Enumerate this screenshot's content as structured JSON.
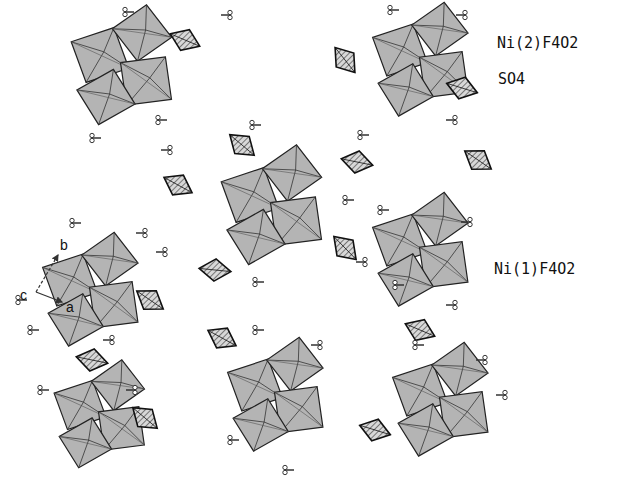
{
  "diagram": {
    "labels": [
      "Ni(2)F4O2",
      "SO4",
      "Ni(1)F4O2",
      "b",
      "c",
      "a"
    ]
  }
}
